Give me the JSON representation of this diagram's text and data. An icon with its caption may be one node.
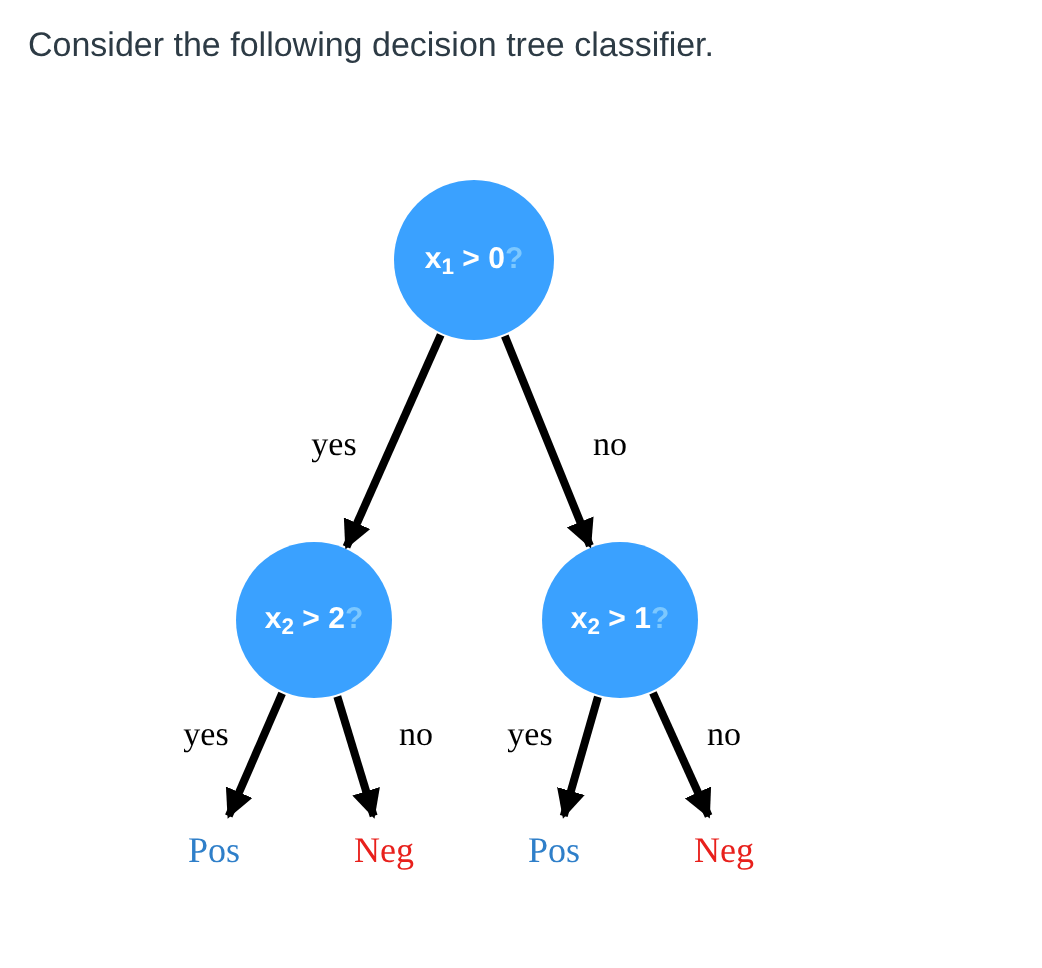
{
  "diagram": {
    "title": "Consider the following decision tree classifier.",
    "nodes": [
      {
        "text": [
          "x$_{1}$ > 0?"
        ]
      },
      {
        "text": [
          "x$_{2}$ > 2?"
        ]
      },
      {
        "text": [
          "x$_{2}$ > 1?"
        ]
      },
      {
        "text": [
          "Pos"
        ]
      },
      {
        "text": [
          "Neg"
        ]
      },
      {
        "text": [
          "Pos"
        ]
      },
      {
        "text": [
          "Neg"
        ]
      }
    ],
    "edges": [
      {
        "from": 0,
        "to": 1,
        "arrow": "to",
        "label": "yes"
      },
      {
        "from": 0,
        "to": 2,
        "arrow": "to",
        "label": "no"
      },
      {
        "from": 1,
        "to": 3,
        "arrow": "to",
        "label": "yes"
      },
      {
        "from": 1,
        "to": 4,
        "arrow": "to",
        "label": "no"
      },
      {
        "from": 2,
        "to": 5,
        "arrow": "to",
        "label": "yes"
      },
      {
        "from": 2,
        "to": 6,
        "arrow": "to",
        "label": "no"
      }
    ]
  }
}
